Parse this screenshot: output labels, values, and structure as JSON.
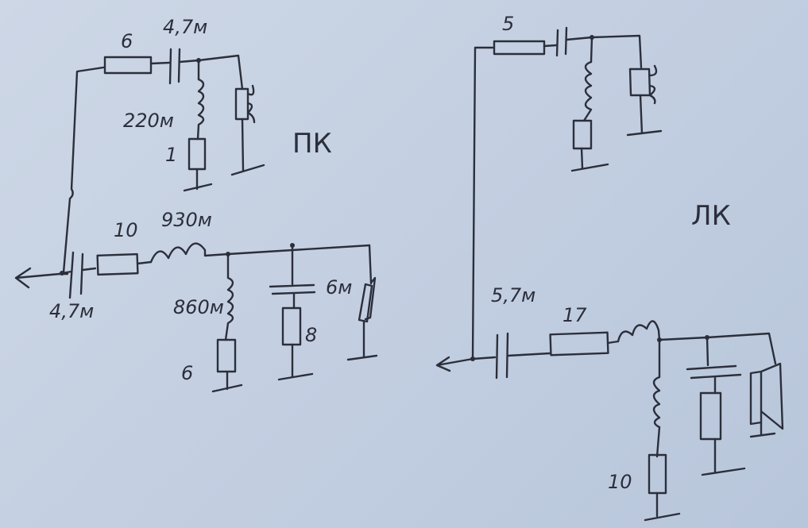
{
  "title": "Crossover schematic (hand-drawn)",
  "right_channel": {
    "name": "ПК",
    "tweeter": {
      "series_resistor": "6",
      "series_capacitor": "4,7м",
      "shunt_inductor": "220м",
      "shunt_resistor": "1"
    },
    "woofer": {
      "input_capacitor": "4,7м",
      "series_resistor": "10",
      "series_inductor": "930м",
      "shunt_inductor": "860м",
      "shunt_resistor": "6",
      "rc_resistor": "8",
      "speaker_label": "6м"
    }
  },
  "left_channel": {
    "name": "ЛК",
    "tweeter": {
      "series_resistor": "5"
    },
    "woofer": {
      "input_capacitor": "5,7м",
      "series_resistor": "17",
      "shunt_resistor": "10"
    }
  }
}
